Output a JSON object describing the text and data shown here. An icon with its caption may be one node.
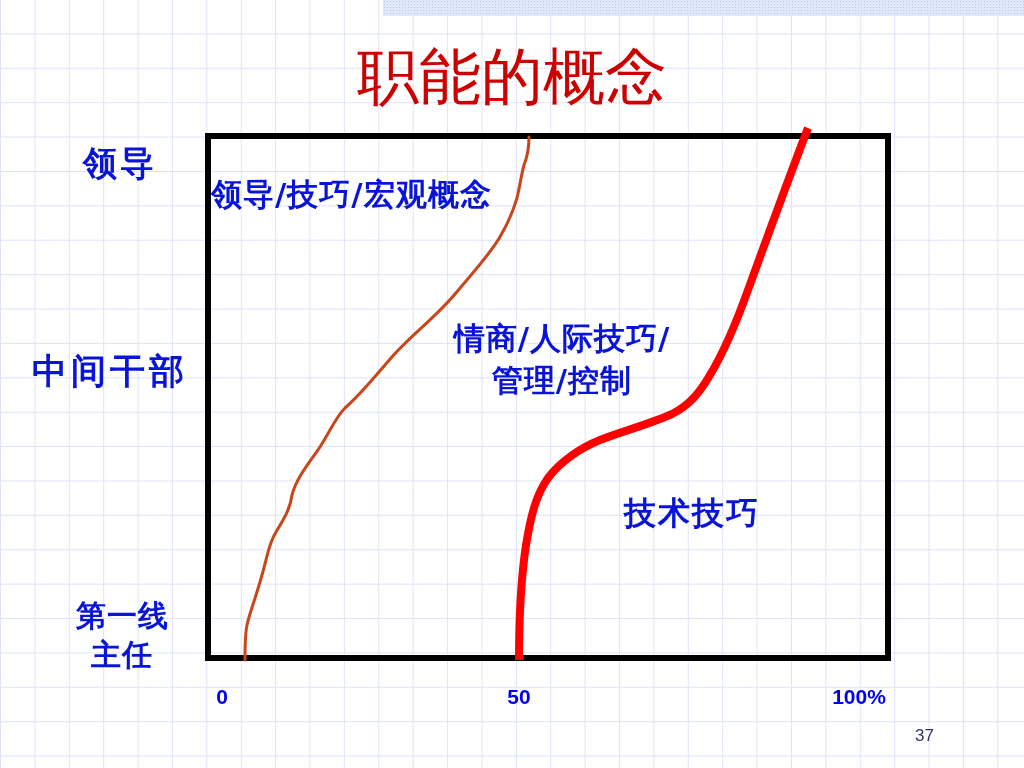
{
  "diagram": {
    "title": "职能的概念",
    "labels": [
      "领导",
      "领导/技巧/宏观概念",
      "情商/人际技巧/管理/控制",
      "中间干部",
      "技术技巧",
      "第一线主任",
      "0",
      "50",
      "100%",
      "37"
    ]
  }
}
